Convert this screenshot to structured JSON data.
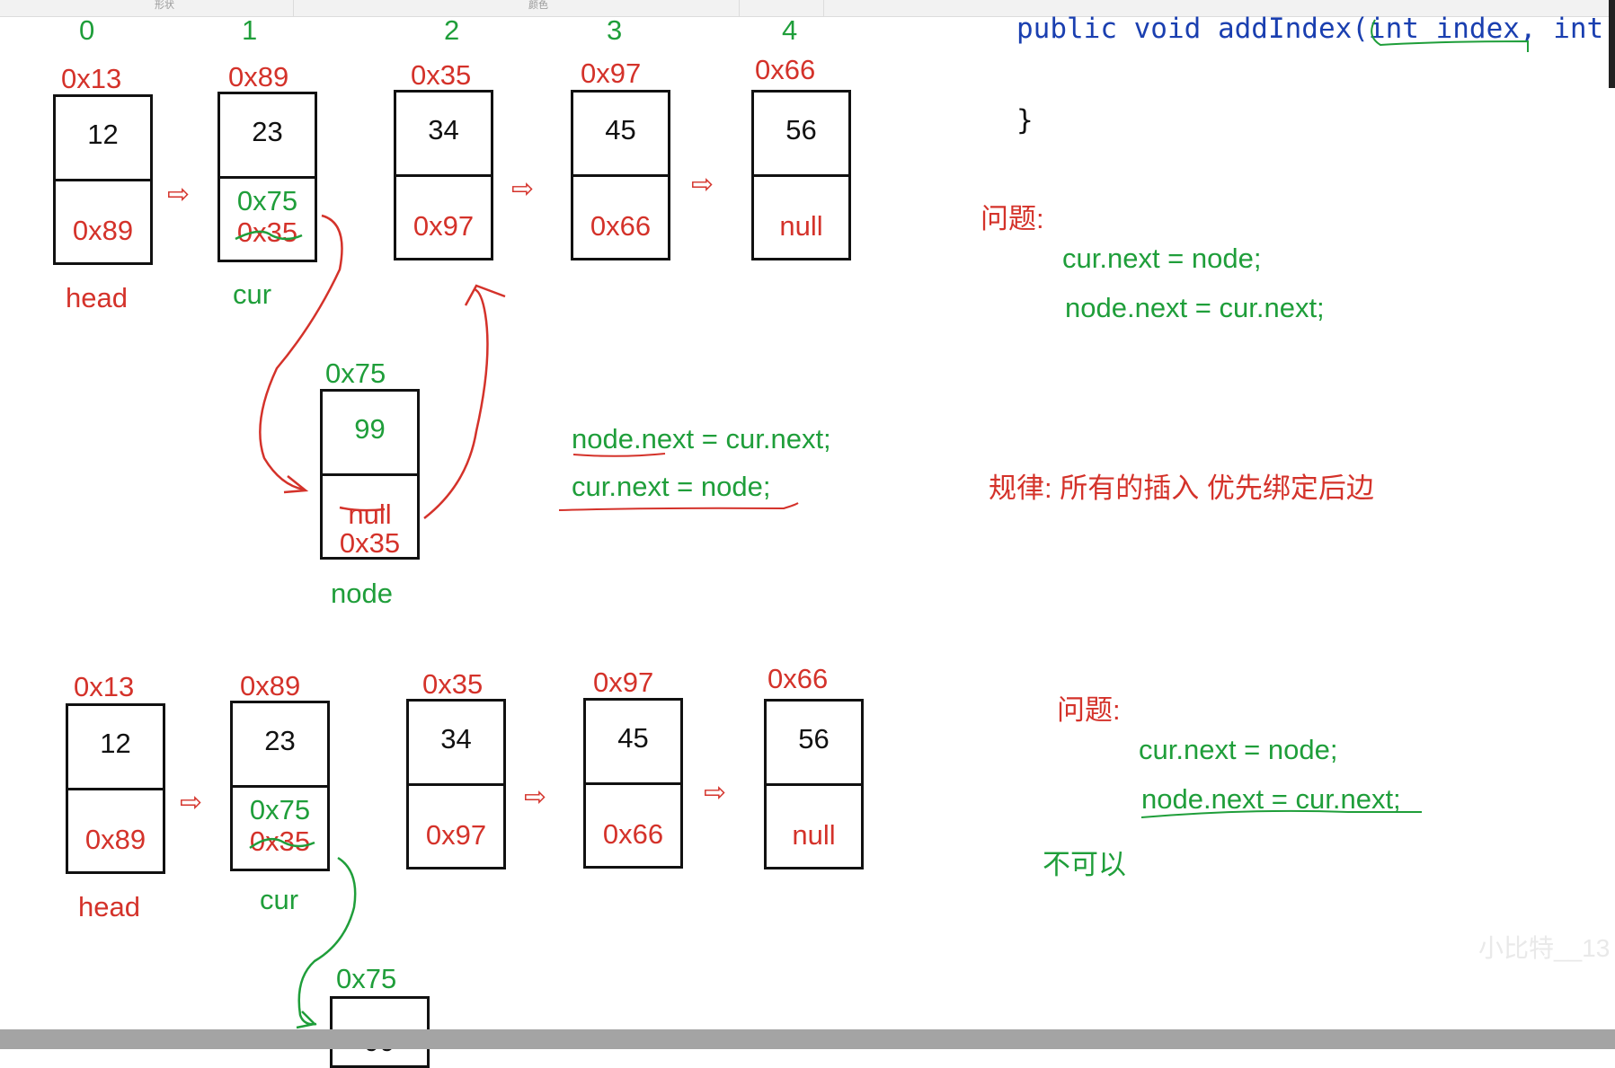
{
  "toolbar": {
    "shape_label": "形状",
    "color_label": "颜色"
  },
  "code": {
    "signature": "public void addIndex(int index, int",
    "closing_brace": "}"
  },
  "indices": [
    "0",
    "1",
    "2",
    "3",
    "4"
  ],
  "diagram_top": {
    "nodes": [
      {
        "addr": "0x13",
        "value": "12",
        "next": "0x89",
        "label": "head"
      },
      {
        "addr": "0x89",
        "value": "23",
        "next_new": "0x75",
        "next_old": "0x35",
        "label": "cur"
      },
      {
        "addr": "0x35",
        "value": "34",
        "next": "0x97"
      },
      {
        "addr": "0x97",
        "value": "45",
        "next": "0x66"
      },
      {
        "addr": "0x66",
        "value": "56",
        "next": "null"
      }
    ],
    "new_node": {
      "addr": "0x75",
      "value": "99",
      "next_old": "null",
      "next_new": "0x35",
      "label": "node"
    },
    "code_lines": [
      "node.next = cur.next;",
      "cur.next = node;"
    ]
  },
  "notes_top": {
    "problem_label": "问题:",
    "lines": [
      "cur.next = node;",
      "node.next = cur.next;"
    ],
    "rule": "规律: 所有的插入  优先绑定后边"
  },
  "diagram_bottom": {
    "nodes": [
      {
        "addr": "0x13",
        "value": "12",
        "next": "0x89",
        "label": "head"
      },
      {
        "addr": "0x89",
        "value": "23",
        "next_new": "0x75",
        "next_old": "0x35",
        "label": "cur"
      },
      {
        "addr": "0x35",
        "value": "34",
        "next": "0x97"
      },
      {
        "addr": "0x97",
        "value": "45",
        "next": "0x66"
      },
      {
        "addr": "0x66",
        "value": "56",
        "next": "null"
      }
    ],
    "new_node": {
      "addr": "0x75",
      "value": "99"
    }
  },
  "notes_bottom": {
    "problem_label": "问题:",
    "lines": [
      "cur.next = node;",
      "node.next = cur.next;"
    ],
    "verdict": "不可以"
  },
  "watermark": "小比特__13",
  "colors": {
    "red": "#d4322a",
    "green": "#1f9e3a",
    "code_blue": "#1a3fb0",
    "box": "#111111"
  }
}
